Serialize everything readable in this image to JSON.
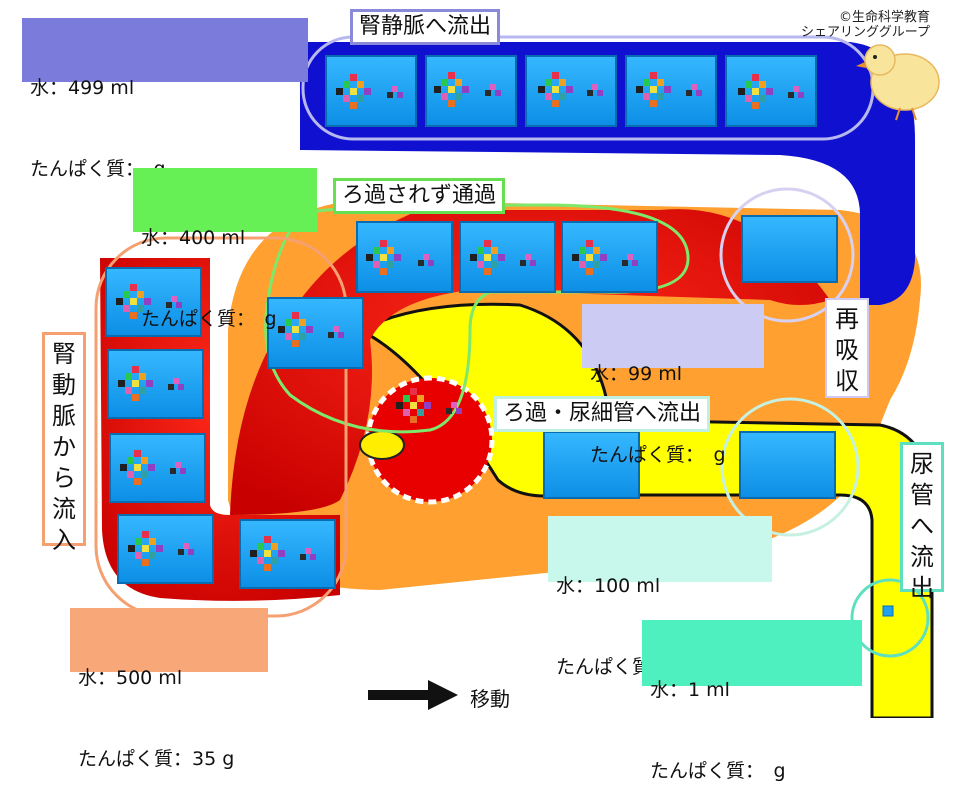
{
  "credit": {
    "line1": "©生命科学教育",
    "line2": "シェアリンググループ"
  },
  "labels": {
    "renal_vein_outflow": "腎静脈へ流出",
    "pass_unfiltered": "ろ過されず通過",
    "filtration_to_tubule": "ろ過・尿細管へ流出",
    "reabsorption": "再吸収",
    "renal_artery_inflow": "腎動脈から流入",
    "ureter_outflow": "尿管へ流出"
  },
  "info_boxes": {
    "renal_vein": {
      "water": "水：499 ml",
      "protein": "たんぱく質：　g",
      "color": "#7b7bdc"
    },
    "unfiltered": {
      "water": "水：400 ml",
      "protein": "たんぱく質：　g",
      "color": "#66f055"
    },
    "reabsorbed": {
      "water": "水：99 ml",
      "protein": "たんぱく質：　g",
      "color": "#cbcbf3"
    },
    "filtered": {
      "water": "水：100 ml",
      "protein": "たんぱく質：　g",
      "color": "#c8f8ec"
    },
    "inflow": {
      "water": "水：500 ml",
      "protein": "たんぱく質：35 g",
      "color": "#f8a878"
    },
    "urine": {
      "water": "水：1 ml",
      "protein": "たんぱく質：　g",
      "color": "#4ef0c0"
    }
  },
  "legend": {
    "label": "移動"
  },
  "colors": {
    "vein_blue": "#1010d0",
    "blood_red": "#e80000",
    "tubule_yellow": "#ffff00",
    "capsule_orange": "#ffa030",
    "box_blue": "#1ea0f0"
  }
}
